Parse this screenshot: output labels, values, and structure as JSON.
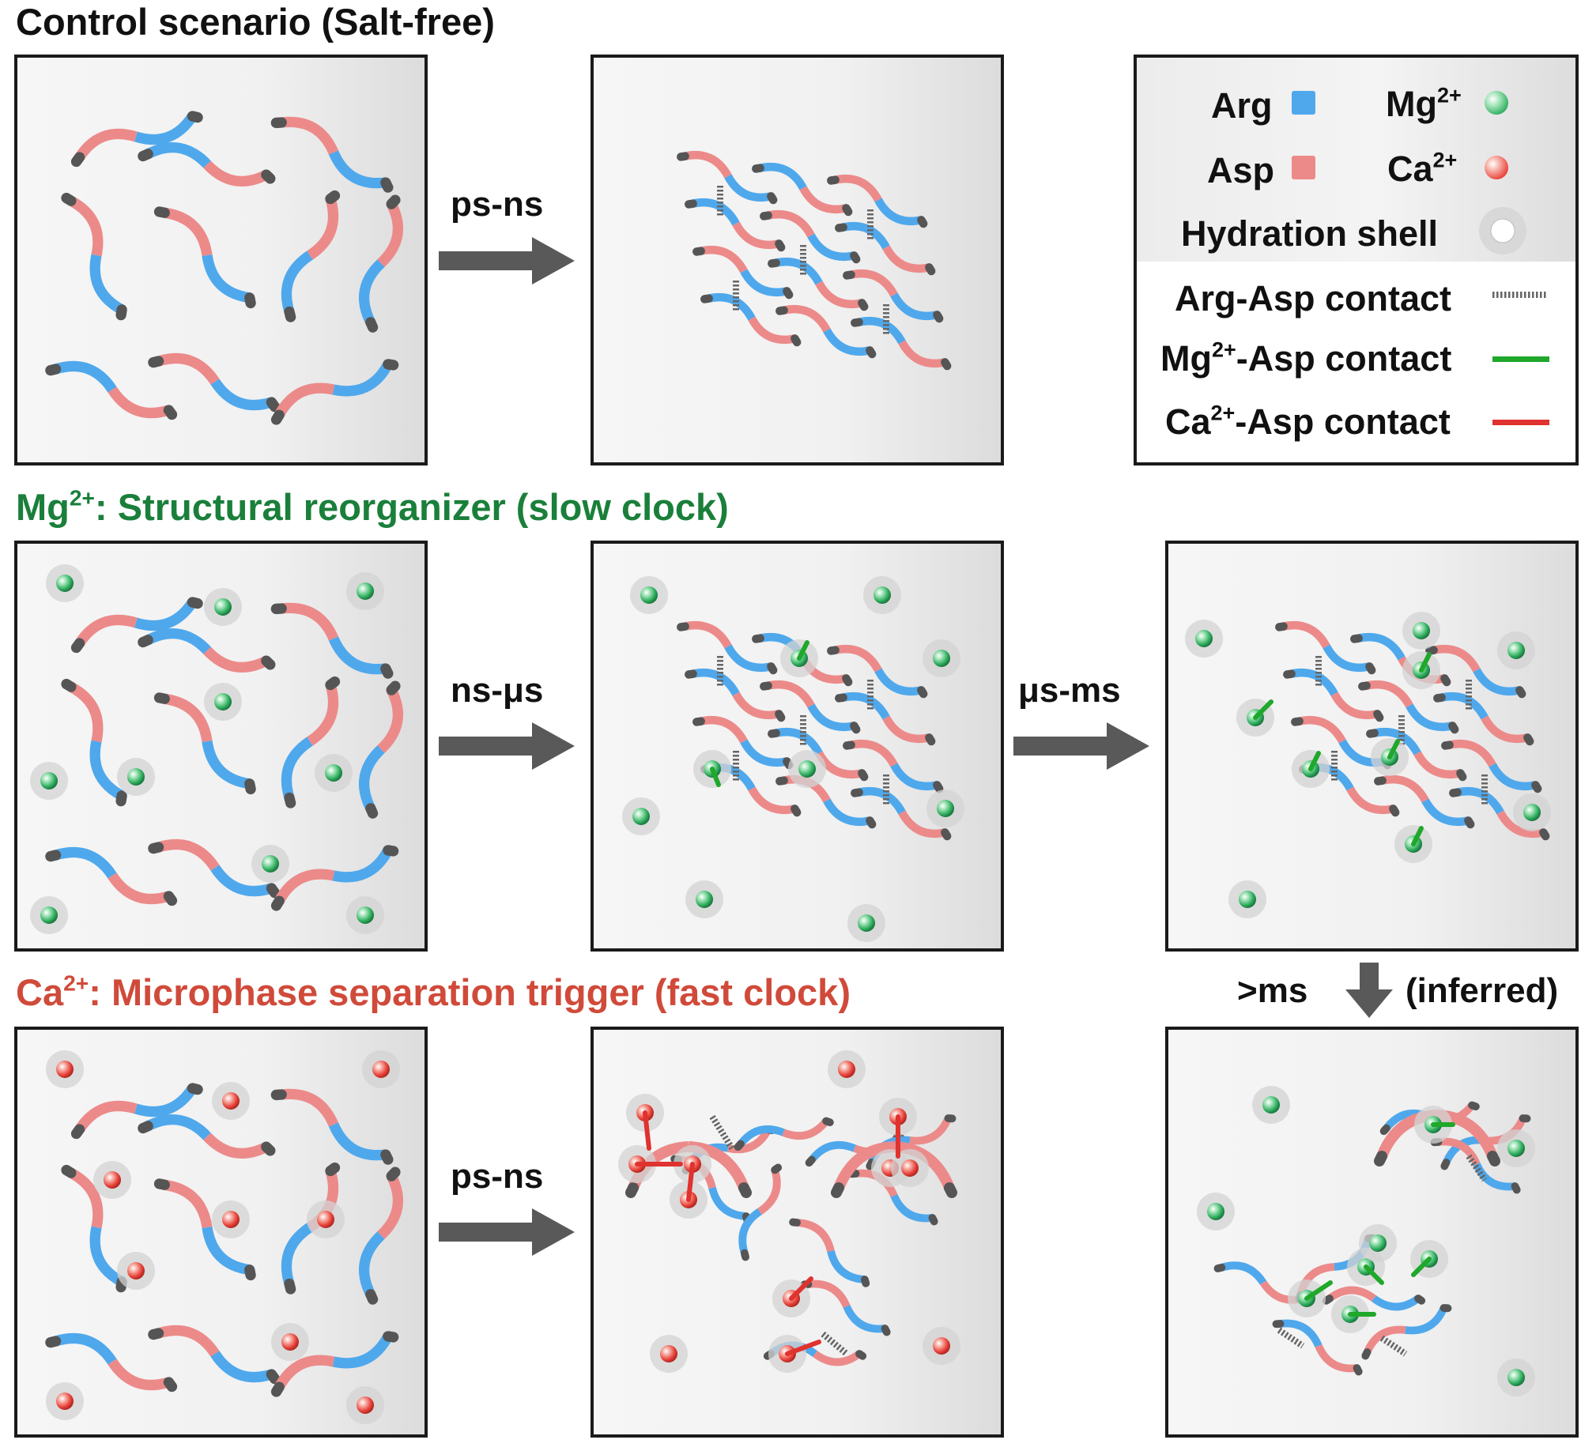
{
  "titles": {
    "control": "Control scenario (Salt-free)",
    "mg_ion": "Mg",
    "mg_charge": "2+",
    "mg_rest": ": Structural reorganizer (slow clock)",
    "ca_ion": "Ca",
    "ca_charge": "2+",
    "ca_rest": ": Microphase separation trigger (fast clock)"
  },
  "transitions": {
    "control_1": "ps-ns",
    "mg_1": "ns-μs",
    "mg_2": "μs-ms",
    "ca_1": "ps-ns",
    "mg_to_ca_left": ">ms",
    "mg_to_ca_right": "(inferred)"
  },
  "legend": {
    "arg": "Arg",
    "asp": "Asp",
    "mg": "Mg",
    "mg_charge": "2+",
    "ca": "Ca",
    "ca_charge": "2+",
    "hydration": "Hydration shell",
    "arg_asp": "Arg-Asp contact",
    "mg_asp": "Mg",
    "mg_asp_charge": "2+",
    "mg_asp_rest": "-Asp contact",
    "ca_asp": "Ca",
    "ca_asp_charge": "2+",
    "ca_asp_rest": "-Asp contact"
  },
  "colors": {
    "arg": "#4fa8ec",
    "asp": "#ec8a8a",
    "mg_title": "#1a7f3a",
    "ca_title": "#d04a3a",
    "mg_ion": "#2fae5e",
    "ca_ion": "#e8423a",
    "mg_contact": "#1fa82a",
    "ca_contact": "#e0322e",
    "arrow": "#595959"
  }
}
